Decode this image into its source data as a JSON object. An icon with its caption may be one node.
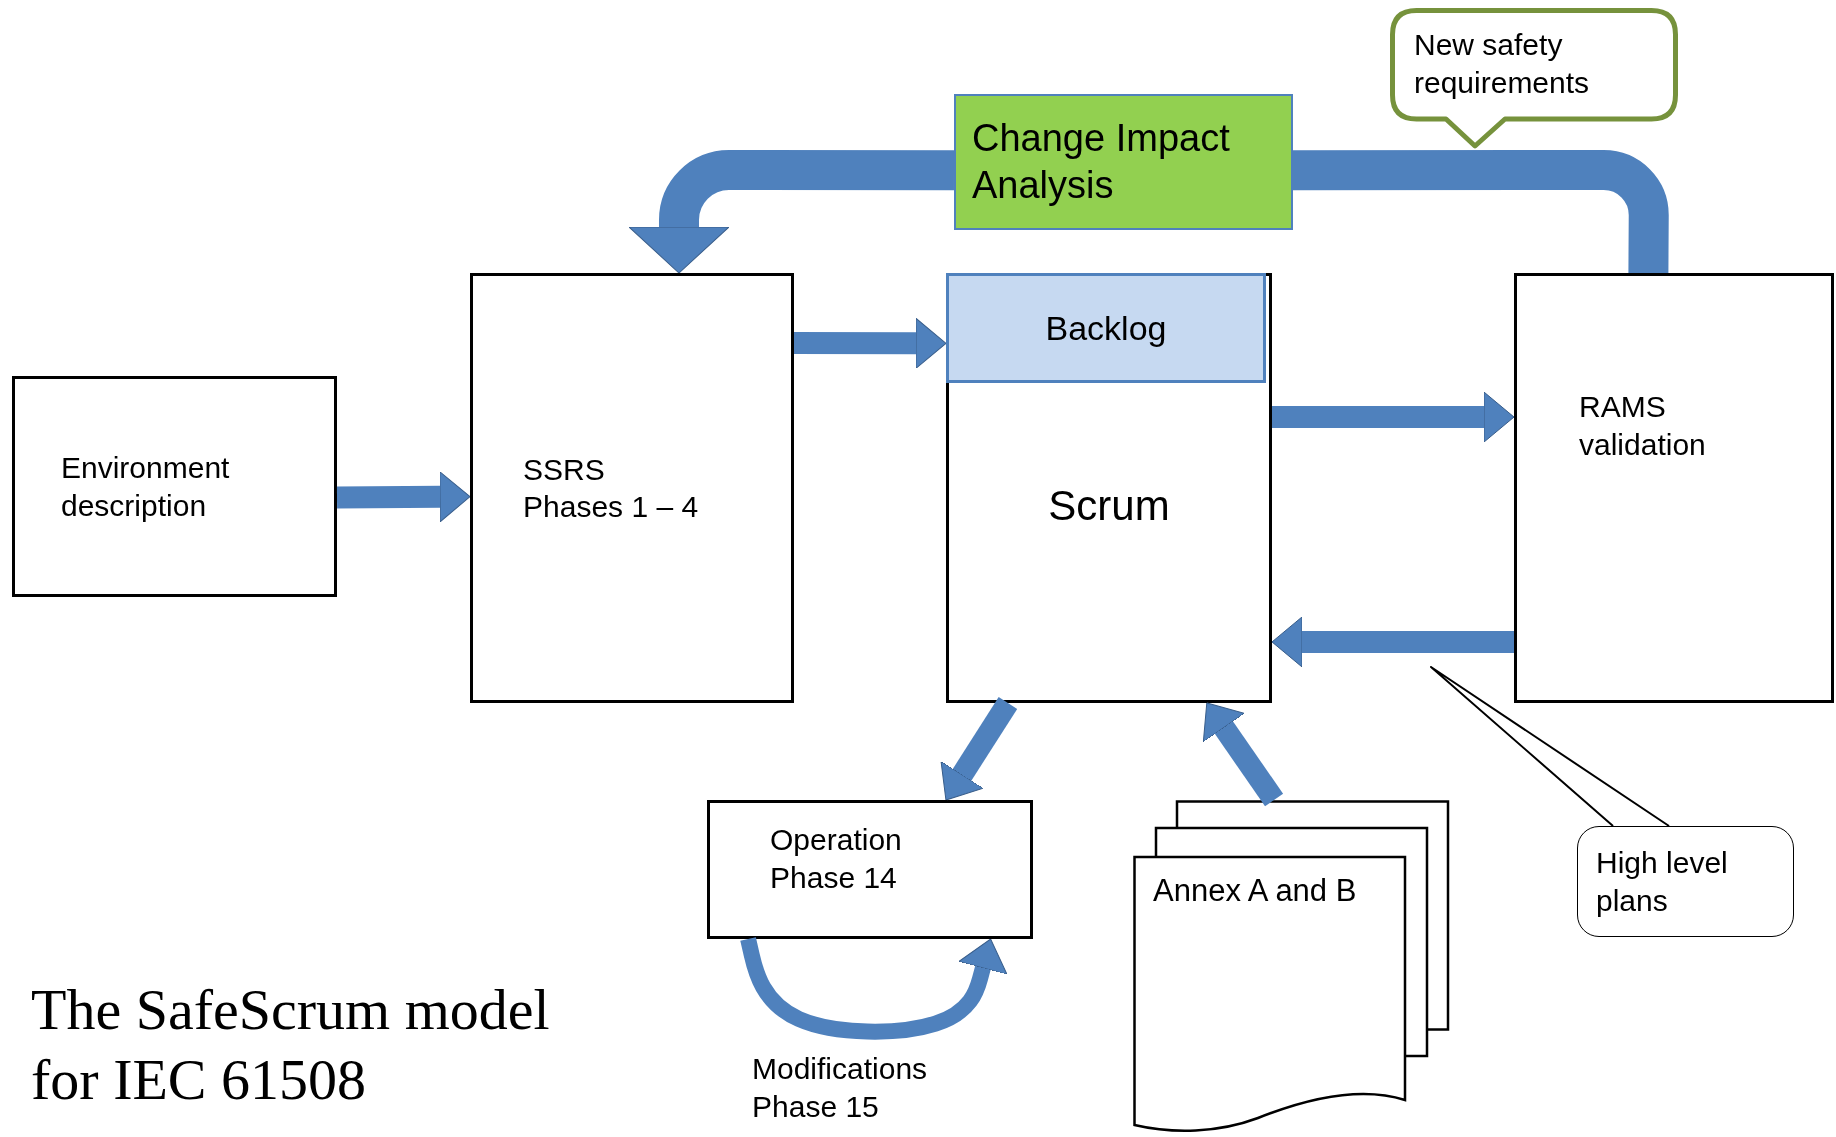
{
  "diagram": {
    "title": "The SafeScrum model for IEC 61508",
    "nodes": [
      {
        "text": [
          "New safety requirements"
        ]
      },
      {
        "text": [
          "Change Impact Analysis"
        ]
      },
      {
        "text": [
          "Environment description"
        ]
      },
      {
        "text": [
          "SSRS",
          "Phases 1 – 4"
        ]
      },
      {
        "text": [
          "Scrum"
        ]
      },
      {
        "text": [
          "Backlog"
        ],
        "in": 4
      },
      {
        "text": [
          "RAMS validation"
        ]
      },
      {
        "text": [
          "Operation Phase 14"
        ]
      },
      {
        "text": [
          "Annex A and B"
        ]
      },
      {
        "text": [
          "High level plans"
        ]
      }
    ],
    "edges": [
      {
        "from": 2,
        "to": 3,
        "arrow": "to"
      },
      {
        "from": 3,
        "to": 5,
        "arrow": "to"
      },
      {
        "from": 4,
        "to": 6,
        "arrow": "to"
      },
      {
        "from": 6,
        "to": 4,
        "arrow": "to"
      },
      {
        "from": 6,
        "to": 1,
        "arrow": "none",
        "style": "thick"
      },
      {
        "from": 1,
        "to": 3,
        "arrow": "to",
        "style": "thick"
      },
      {
        "from": 4,
        "to": 7,
        "arrow": "to"
      },
      {
        "from": 8,
        "to": 4,
        "arrow": "to"
      },
      {
        "from": 7,
        "to": 7,
        "arrow": "to",
        "label": "Modifications Phase 15"
      },
      {
        "from": 9,
        "to": null,
        "arrow": "none",
        "color": "#000000"
      }
    ]
  }
}
